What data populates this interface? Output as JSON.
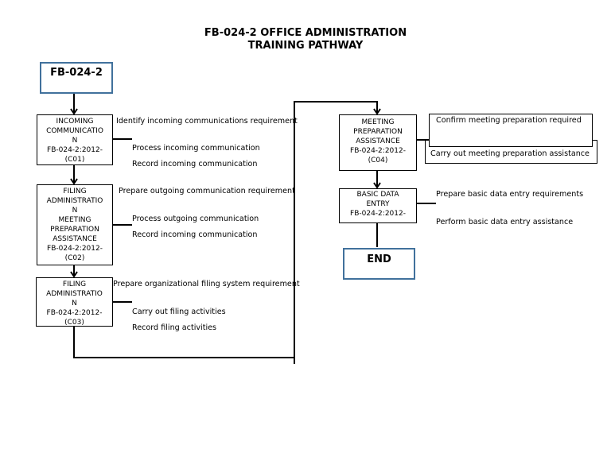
{
  "title": {
    "line1": "FB-024-2 OFFICE ADMINISTRATION",
    "line2": "TRAINING PATHWAY"
  },
  "start": {
    "label": "FB-024-2"
  },
  "end": {
    "label": "END"
  },
  "units": [
    {
      "lines": [
        "INCOMING",
        "COMMUNICATIO",
        "N",
        "FB-024-2:2012-",
        "(C01)"
      ],
      "tasks": [
        "Identify incoming communications requirement",
        "Process incoming communication",
        "Record incoming communication"
      ]
    },
    {
      "lines": [
        "FILING",
        "ADMINISTRATIO",
        "N",
        "MEETING",
        "PREPARATION",
        "ASSISTANCE",
        "FB-024-2:2012-",
        "(C02)"
      ],
      "tasks": [
        "Prepare outgoing communication requirement",
        "Process outgoing communication",
        "Record incoming communication"
      ]
    },
    {
      "lines": [
        "FILING",
        "ADMINISTRATIO",
        "N",
        "FB-024-2:2012-",
        "(C03)"
      ],
      "tasks": [
        "Prepare organizational filing system requirement",
        "Carry out filing activities",
        "Record filing activities"
      ]
    },
    {
      "lines": [
        "MEETING",
        "PREPARATION",
        "ASSISTANCE",
        "FB-024-2:2012-",
        "(C04)"
      ],
      "tasks": [
        "Confirm meeting preparation required",
        "Carry out meeting preparation assistance"
      ]
    },
    {
      "lines": [
        "BASIC DATA",
        "ENTRY",
        "FB-024-2:2012-"
      ],
      "tasks": [
        "Prepare basic data entry requirements",
        "Perform basic data entry assistance"
      ]
    }
  ],
  "colors": {
    "terminal_border": "#41719c"
  }
}
